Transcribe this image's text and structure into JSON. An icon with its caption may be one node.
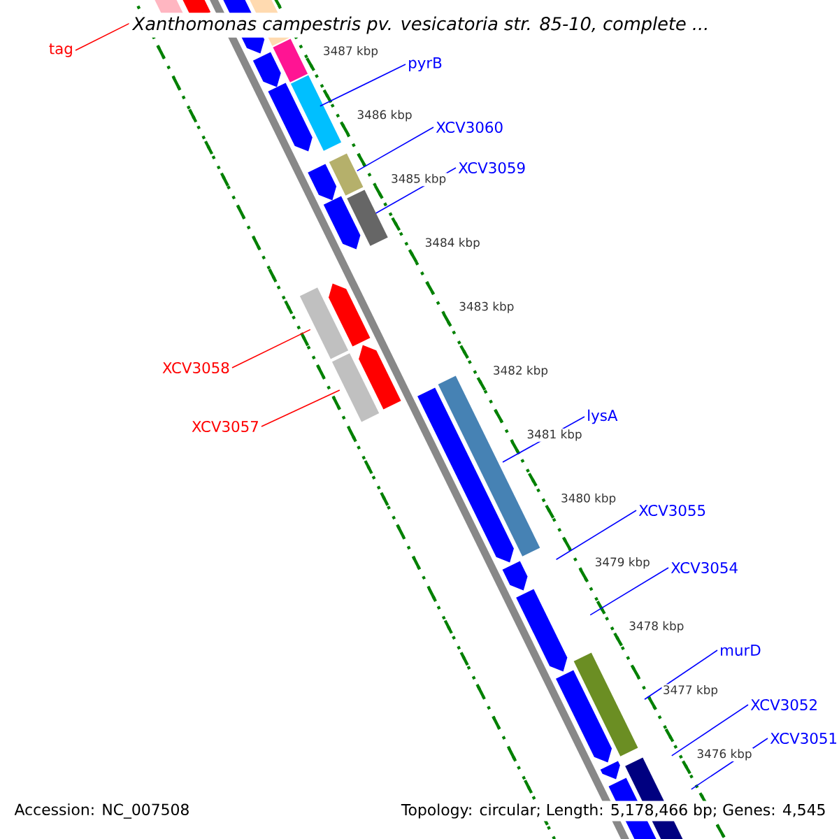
{
  "diagram": {
    "title": "Xanthomonas campestris pv. vesicatoria str. 85-10, complete ...",
    "nodes": [
      {
        "text": [
          "tag"
        ]
      },
      {
        "text": [
          "pyrB"
        ]
      },
      {
        "text": [
          "XCV3060"
        ]
      },
      {
        "text": [
          "XCV3059"
        ]
      },
      {
        "text": [
          "XCV3058"
        ]
      },
      {
        "text": [
          "XCV3057"
        ]
      },
      {
        "text": [
          "lysA"
        ]
      },
      {
        "text": [
          "XCV3055"
        ]
      },
      {
        "text": [
          "XCV3054"
        ]
      },
      {
        "text": [
          "murD"
        ]
      },
      {
        "text": [
          "XCV3052"
        ]
      },
      {
        "text": [
          "XCV3051"
        ]
      }
    ],
    "edges": [
      {
        "from": 0,
        "to": null,
        "arrow": "none",
        "color": "#ff0000"
      },
      {
        "from": 1,
        "to": null,
        "arrow": "none"
      },
      {
        "from": 2,
        "to": null,
        "arrow": "none"
      },
      {
        "from": 3,
        "to": null,
        "arrow": "none"
      },
      {
        "from": 4,
        "to": null,
        "arrow": "none",
        "color": "#ff0000"
      },
      {
        "from": 5,
        "to": null,
        "arrow": "none",
        "color": "#ff0000"
      },
      {
        "from": 6,
        "to": null,
        "arrow": "none"
      },
      {
        "from": 7,
        "to": null,
        "arrow": "none"
      },
      {
        "from": 8,
        "to": null,
        "arrow": "none"
      },
      {
        "from": 9,
        "to": null,
        "arrow": "none"
      },
      {
        "from": 10,
        "to": null,
        "arrow": "none"
      },
      {
        "from": 11,
        "to": null,
        "arrow": "none"
      }
    ],
    "labels": [
      "3487 kbp",
      "3486 kbp",
      "3485 kbp",
      "3484 kbp",
      "3483 kbp",
      "3482 kbp",
      "3481 kbp",
      "3480 kbp",
      "3479 kbp",
      "3478 kbp",
      "3477 kbp",
      "3476 kbp",
      "Accession: NC_007508",
      "Topology: circular; Length: 5,178,466 bp; Genes: 4,545"
    ]
  }
}
